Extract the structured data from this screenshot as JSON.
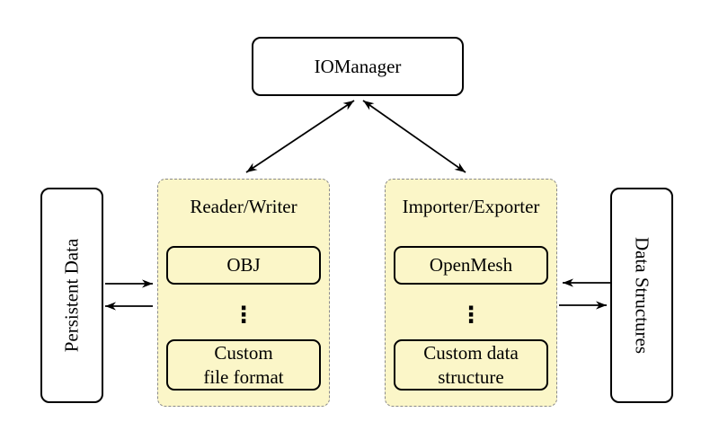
{
  "diagram": {
    "title_node": "IOManager",
    "left_node": "Persistent Data",
    "right_node": "Data Structures",
    "groups": {
      "reader_writer": {
        "title": "Reader/Writer",
        "top_item": "OBJ",
        "bottom_item": "Custom\nfile format",
        "ellipsis": "⋮"
      },
      "importer_exporter": {
        "title": "Importer/Exporter",
        "top_item": "OpenMesh",
        "bottom_item": "Custom data\nstructure",
        "ellipsis": "⋮"
      }
    },
    "arrows": {
      "iomanager_reader_writer": "bidirectional",
      "iomanager_importer_exporter": "bidirectional",
      "persistent_to_reader": "right",
      "reader_to_persistent": "left",
      "datastructures_to_importer": "left",
      "importer_to_datastructures": "right"
    },
    "colors": {
      "group_fill": "#FBF6C8",
      "group_border": "#8A8A8A",
      "node_fill": "#FFFFFF",
      "stroke": "#000000"
    }
  }
}
